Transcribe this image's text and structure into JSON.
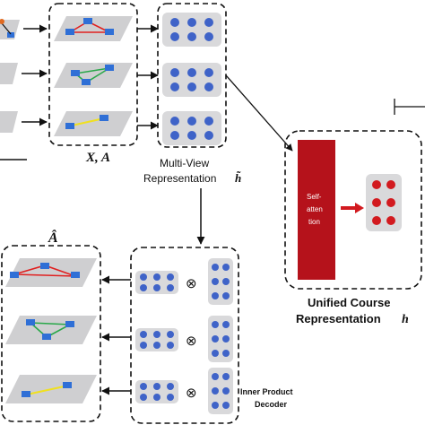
{
  "labels": {
    "feature_adjacency": "X, A",
    "multiview_line1": "Multi-View",
    "multiview_line2": "Representation",
    "multiview_symbol": "h̃",
    "reconstructed_adjacency": "Â",
    "self_attention_line1": "Self-",
    "self_attention_line2": "atten",
    "self_attention_line3": "tion",
    "unified_line1": "Unified Course",
    "unified_line2": "Representation",
    "unified_symbol": "h",
    "decoder_line1": "Inner Product",
    "decoder_line2": "Decoder",
    "product_symbol": "⊗"
  },
  "colors": {
    "node_blue": "#2f6fd6",
    "dot_blue": "#3f63c8",
    "dot_red": "#d21a1f",
    "edge_red": "#e02020",
    "edge_green": "#2aa84a",
    "edge_yellow": "#f0e020",
    "attention_red": "#b5121b",
    "panel_gray": "#d9d9db",
    "plane_gray": "#cfcfd1"
  }
}
